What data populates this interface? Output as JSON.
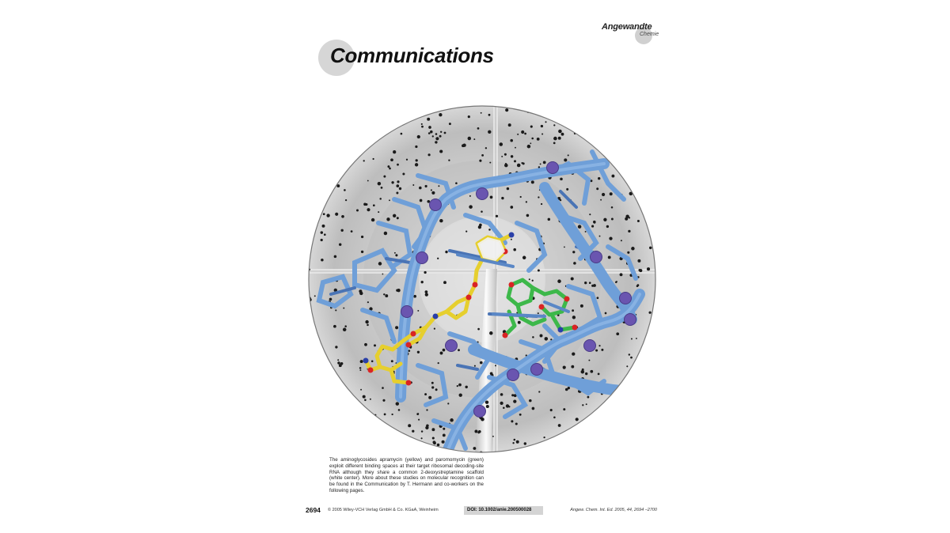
{
  "journal": {
    "logo_main": "Angewandte",
    "logo_sub": "Chemie"
  },
  "section_title": "Communications",
  "caption": "The aminoglycosides apramycin (yellow) and paromomycin (green) exploit different binding spaces at their target ribosomal decoding-site RNA although they share a common 2-deoxystreptamine scaffold (white center). More about these studies on molecular recognition can be found in the Communication by T. Hermann and co-workers on the following pages.",
  "footer": {
    "page_number": "2694",
    "copyright": "© 2005 Wiley-VCH Verlag GmbH & Co. KGaA, Weinheim",
    "doi": "DOI: 10.1002/anie.200500028",
    "citation": "Angew. Chem. Int. Ed. 2005, 44, 2694 –2700"
  },
  "colors": {
    "rna_backbone": "#6f9fd8",
    "rna_dark": "#4a74b5",
    "phosphate": "#6a55b0",
    "apramycin": "#e6cf2e",
    "paromomycin": "#3db84a",
    "oxygen": "#d92424",
    "nitrogen": "#2a3fa8",
    "scaffold": "#f2f2f2"
  }
}
